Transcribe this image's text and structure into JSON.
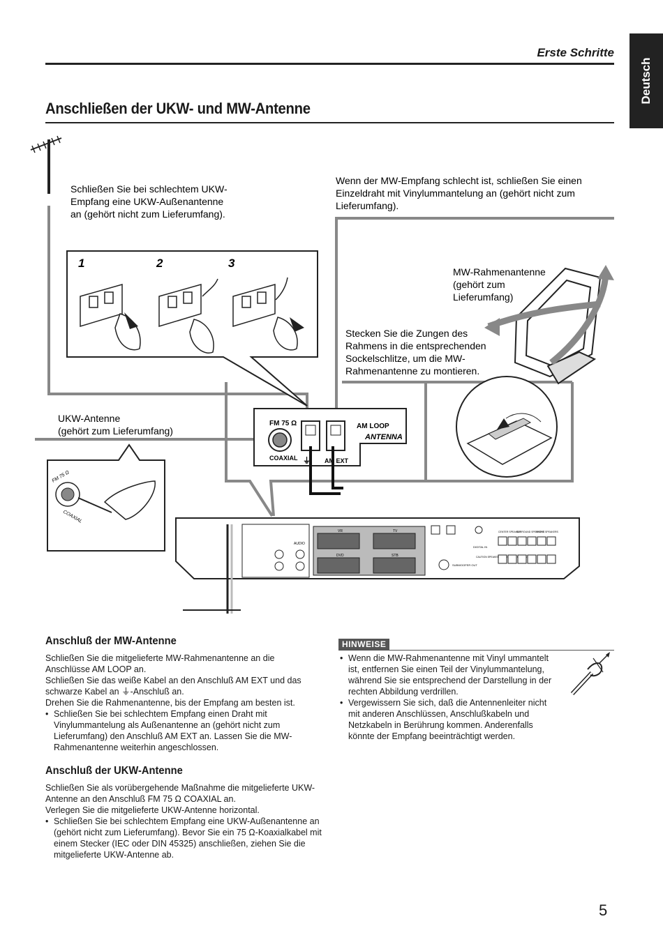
{
  "header": {
    "section_title": "Erste Schritte",
    "language_tab": "Deutsch"
  },
  "page_heading": "Anschließen der UKW- und MW-Antenne",
  "diagram": {
    "callout_fm_outdoor": [
      "Schließen Sie bei schlechtem UKW-",
      "Empfang eine UKW-Außenantenne",
      "an (gehört nicht zum Lieferumfang)."
    ],
    "callout_am_wire": [
      "Wenn der MW-Empfang schlecht ist, schließen Sie einen",
      "Einzeldraht mit Vinylummantelung an (gehört nicht zum",
      "Lieferumfang)."
    ],
    "callout_am_loop": [
      "MW-Rahmenantenne",
      "(gehört zum",
      "Lieferumfang)"
    ],
    "callout_tabs": [
      "Stecken Sie die Zungen des",
      "Rahmens in die entsprechenden",
      "Sockelschlitze, um die MW-",
      "Rahmenantenne zu montieren."
    ],
    "callout_fm_antenna": [
      "UKW-Antenne",
      "(gehört zum Lieferumfang)"
    ],
    "steps": [
      "1",
      "2",
      "3"
    ],
    "panel_labels": {
      "fm": "FM 75 Ω",
      "coaxial": "COAXIAL",
      "am_loop": "AM LOOP",
      "antenna": "ANTENNA",
      "am_ext": "AM EXT"
    },
    "plug_labels": {
      "fm": "FM 75 Ω",
      "coaxial": "COAXIAL"
    },
    "rear_labels": {
      "vr": "VR",
      "tv": "TV",
      "dvd": "DVD",
      "stb": "STB",
      "audio": "AUDIO",
      "digital_in": "DIGITAL IN",
      "subwoofer_out": "SUBWOOFER OUT",
      "center": "CENTER SPEAKER",
      "surround": "SURROUND SPEAKERS",
      "front": "FRONT SPEAKERS",
      "caution": "CAUTION SPEAKER IMPEDANCE 6 Ω — 16 Ω"
    }
  },
  "mw_section": {
    "heading": "Anschluß der MW-Antenne",
    "lines": [
      "Schließen Sie die mitgelieferte MW-Rahmenantenne an die",
      "Anschlüsse AM LOOP an.",
      "Schließen Sie das weiße Kabel an den Anschluß AM EXT und das",
      "schwarze Kabel an ⏚-Anschluß an.",
      "Drehen Sie die Rahmenantenne, bis der Empfang am besten ist."
    ],
    "bullet": "Schließen Sie bei schlechtem Empfang einen Draht mit Vinylummantelung als Außenantenne an (gehört nicht zum Lieferumfang) den Anschluß AM EXT an. Lassen Sie die MW-Rahmenantenne weiterhin angeschlossen."
  },
  "fm_section": {
    "heading": "Anschluß der UKW-Antenne",
    "lines": [
      "Schließen Sie als vorübergehende Maßnahme die mitgelieferte UKW-",
      "Antenne an den Anschluß FM 75 Ω COAXIAL an.",
      "Verlegen Sie die mitgelieferte UKW-Antenne horizontal."
    ],
    "bullet": "Schließen Sie bei schlechtem Empfang eine UKW-Außenantenne an (gehört nicht zum Lieferumfang). Bevor Sie ein 75 Ω-Koaxialkabel mit einem Stecker (IEC oder DIN 45325) anschließen, ziehen Sie die mitgelieferte UKW-Antenne ab."
  },
  "notes": {
    "badge": "HINWEISE",
    "items": [
      "Wenn die MW-Rahmenantenne mit Vinyl ummantelt ist, entfernen Sie einen Teil der Vinylummantelung, während Sie sie entsprechend der Darstellung in der rechten Abbildung verdrillen.",
      "Vergewissern Sie sich, daß die Antennenleiter nicht mit anderen Anschlüssen, Anschlußkabeln und Netzkabeln in Berührung kommen. Anderenfalls könnte der Empfang beeinträchtigt werden."
    ]
  },
  "page_number": "5"
}
